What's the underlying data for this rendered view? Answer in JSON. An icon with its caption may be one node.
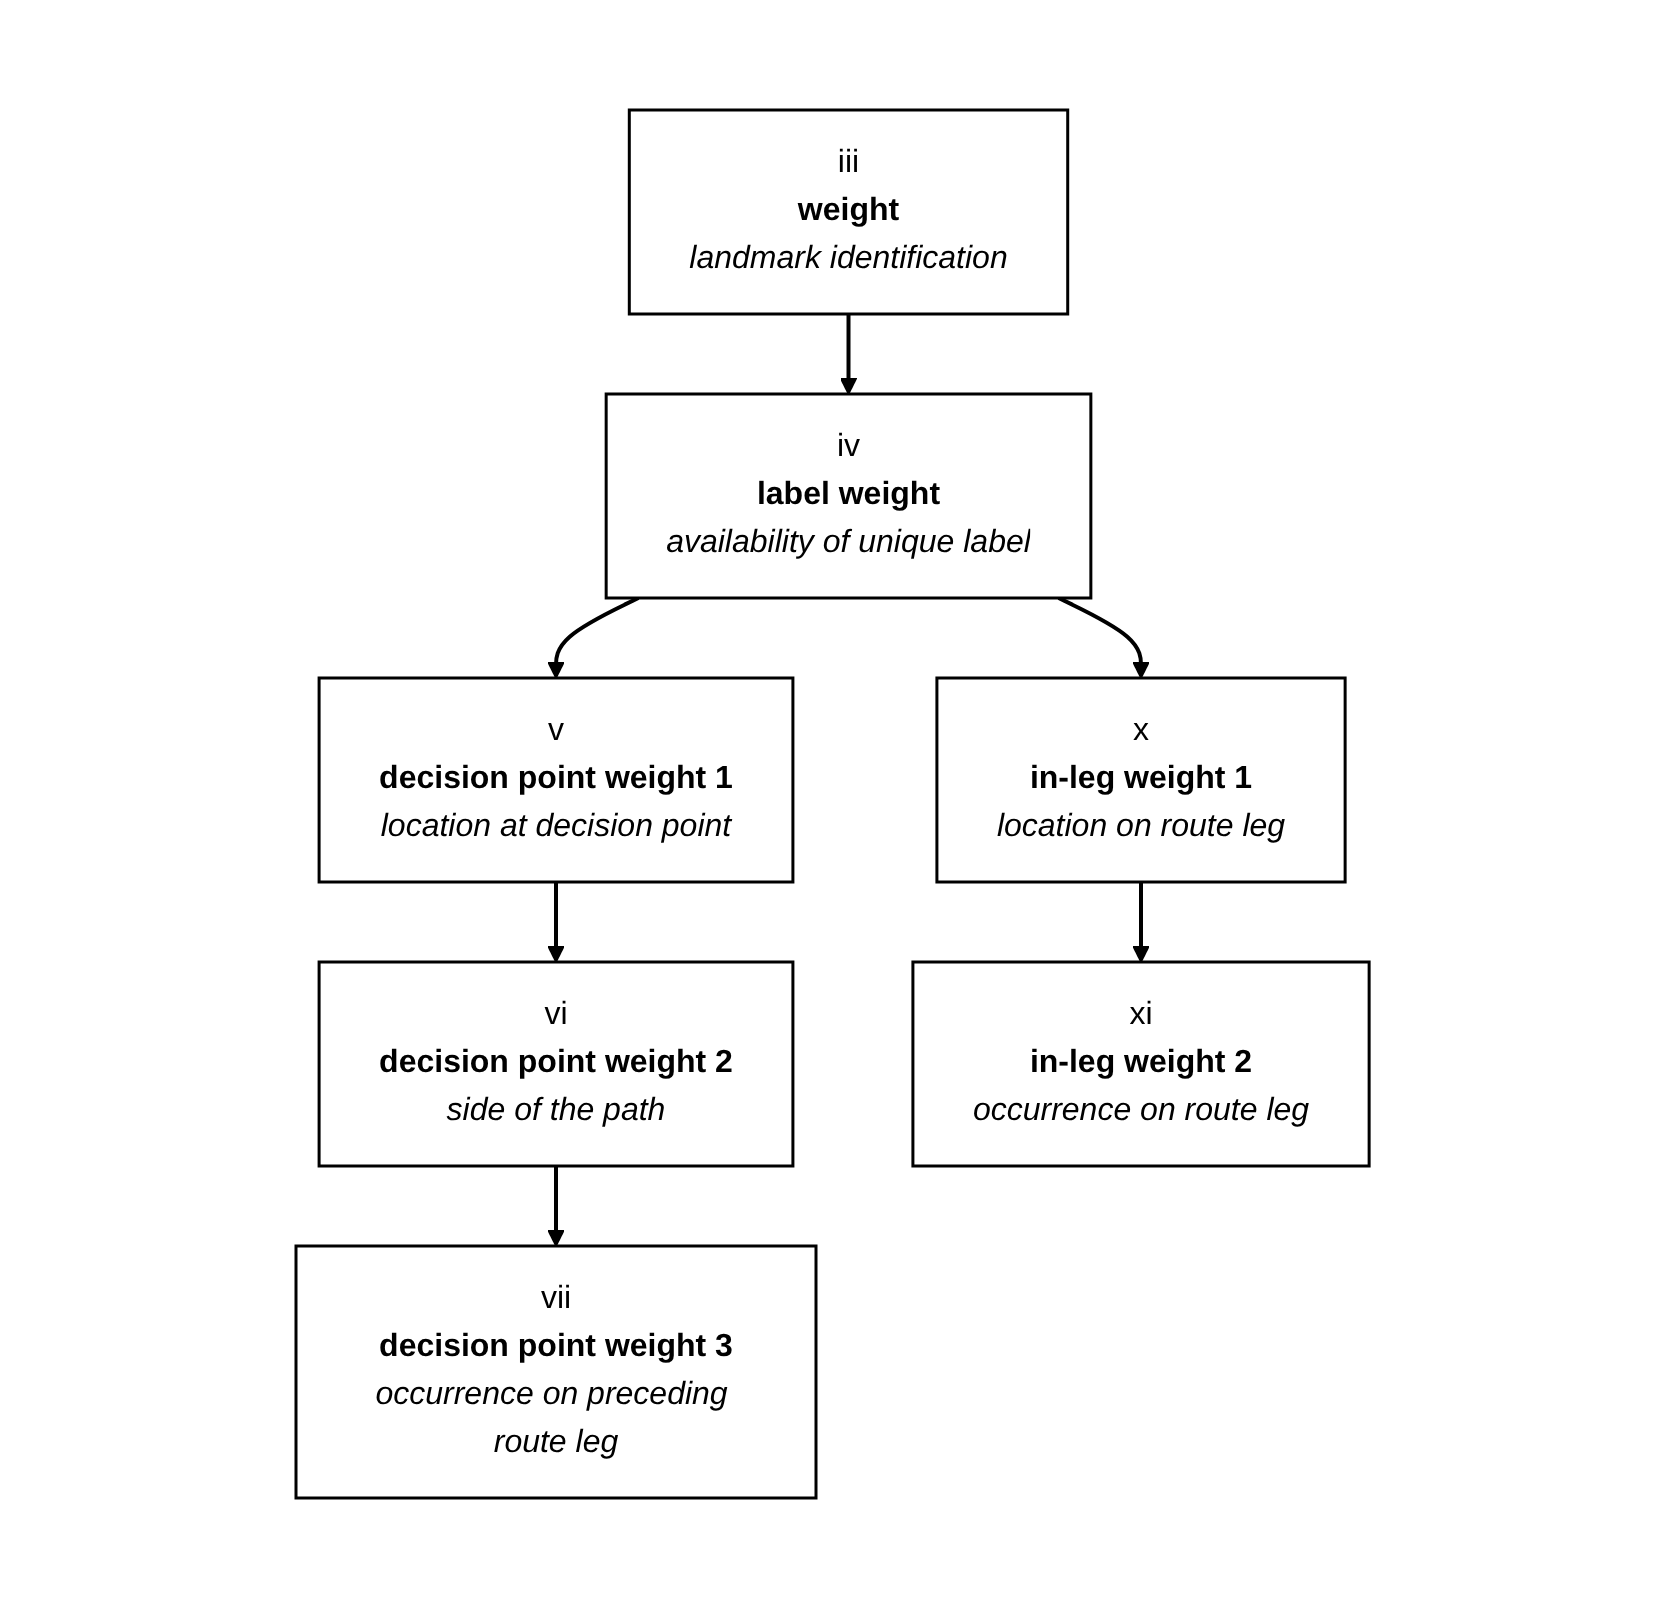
{
  "diagram": {
    "nodes": [
      {
        "text": [
          "iii",
          "weight",
          "landmark identification"
        ]
      },
      {
        "text": [
          "iv",
          "label weight",
          "availability of unique label"
        ]
      },
      {
        "text": [
          "v",
          "decision point weight 1",
          "location at decision point"
        ]
      },
      {
        "text": [
          "x",
          "in-leg weight 1",
          "location on route leg"
        ]
      },
      {
        "text": [
          "vi",
          "decision point weight 2",
          "side of the path"
        ]
      },
      {
        "text": [
          "xi",
          "in-leg weight 2",
          "occurrence on route leg"
        ]
      },
      {
        "text": [
          "vii",
          "decision point weight 3",
          "occurrence on preceding route leg"
        ]
      }
    ],
    "edges": [
      {
        "from": 0,
        "to": 1,
        "arrow": "to"
      },
      {
        "from": 1,
        "to": 2,
        "arrow": "to"
      },
      {
        "from": 1,
        "to": 3,
        "arrow": "to"
      },
      {
        "from": 2,
        "to": 4,
        "arrow": "to"
      },
      {
        "from": 4,
        "to": 6,
        "arrow": "to"
      },
      {
        "from": 3,
        "to": 5,
        "arrow": "to"
      }
    ]
  }
}
